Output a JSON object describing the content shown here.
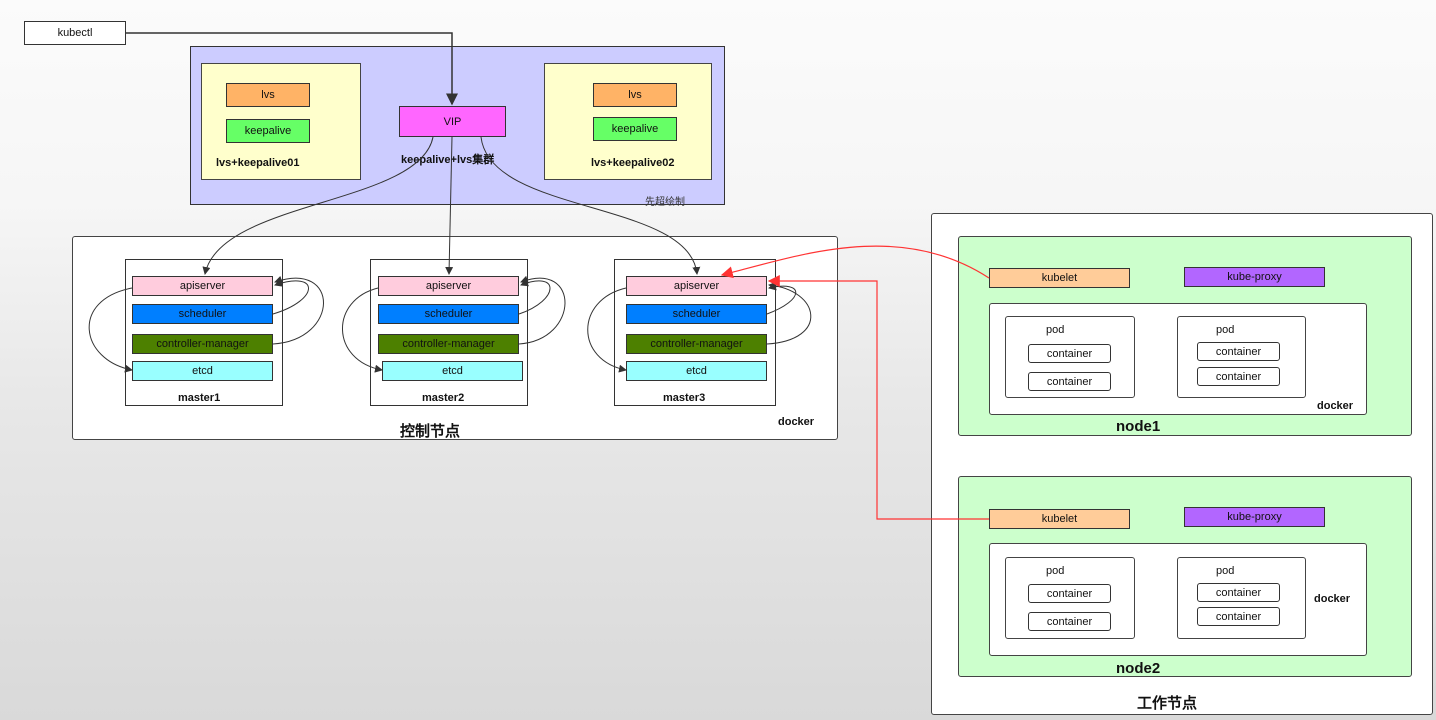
{
  "kubectl": "kubectl",
  "lb": {
    "vip": "VIP",
    "cluster_label": "keepalive+lvs集群",
    "watermark": "先超绘制",
    "nodes": [
      {
        "lvs": "lvs",
        "keepalive": "keepalive",
        "label": "lvs+keepalive01"
      },
      {
        "lvs": "lvs",
        "keepalive": "keepalive",
        "label": "lvs+keepalive02"
      }
    ]
  },
  "control_plane": {
    "title": "控制节点",
    "runtime": "docker",
    "masters": [
      {
        "name": "master1",
        "components": [
          "apiserver",
          "scheduler",
          "controller-manager",
          "etcd"
        ]
      },
      {
        "name": "master2",
        "components": [
          "apiserver",
          "scheduler",
          "controller-manager",
          "etcd"
        ]
      },
      {
        "name": "master3",
        "components": [
          "apiserver",
          "scheduler",
          "controller-manager",
          "etcd"
        ]
      }
    ]
  },
  "workers": {
    "title": "工作节点",
    "nodes": [
      {
        "name": "node1",
        "kubelet": "kubelet",
        "kube_proxy": "kube-proxy",
        "runtime": "docker",
        "pods": [
          {
            "label": "pod",
            "containers": [
              "container",
              "container"
            ]
          },
          {
            "label": "pod",
            "containers": [
              "container",
              "container"
            ]
          }
        ]
      },
      {
        "name": "node2",
        "kubelet": "kubelet",
        "kube_proxy": "kube-proxy",
        "runtime": "docker",
        "pods": [
          {
            "label": "pod",
            "containers": [
              "container",
              "container"
            ]
          },
          {
            "label": "pod",
            "containers": [
              "container",
              "container"
            ]
          }
        ]
      }
    ]
  },
  "colors": {
    "lb_panel": "#ccccff",
    "lb_node": "#ffffcc",
    "lvs": "#ffb366",
    "keepalive": "#66ff66",
    "vip": "#ff66ff",
    "apiserver": "#ffccdd",
    "scheduler": "#007fff",
    "controller_manager": "#4d8000",
    "etcd": "#99ffff",
    "node_bg": "#ccffcc",
    "kubelet": "#ffcc99",
    "kube_proxy": "#b266ff",
    "red_link": "#ff3333"
  }
}
